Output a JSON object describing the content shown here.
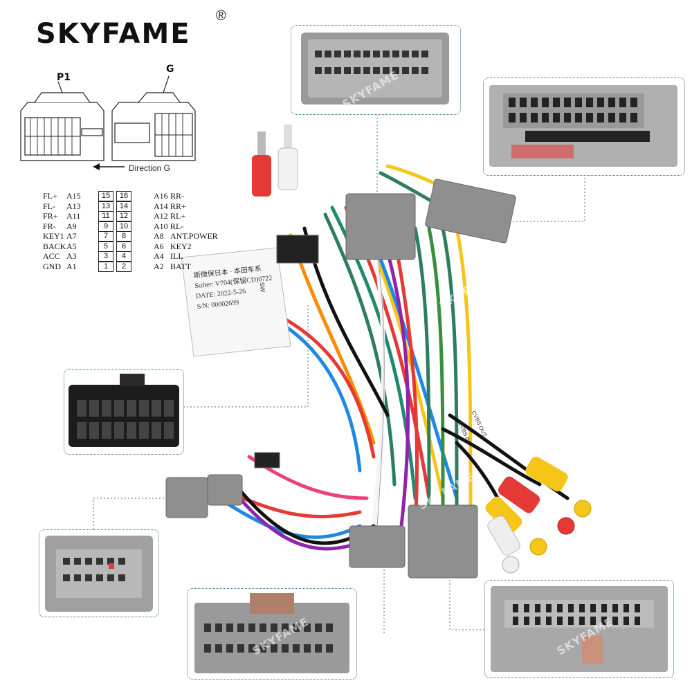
{
  "brand": {
    "name": "SKYFAME",
    "registered": "®"
  },
  "connectors": {
    "p1_label": "P1",
    "g_label": "G",
    "direction": "Direction G"
  },
  "pins": [
    {
      "left_name": "FL+",
      "left_code": "A15",
      "left_num": "15",
      "right_num": "16",
      "right_code": "A16",
      "right_name": "RR-"
    },
    {
      "left_name": "FL-",
      "left_code": "A13",
      "left_num": "13",
      "right_num": "14",
      "right_code": "A14",
      "right_name": "RR+"
    },
    {
      "left_name": "FR+",
      "left_code": "A11",
      "left_num": "11",
      "right_num": "12",
      "right_code": "A12",
      "right_name": "RL+"
    },
    {
      "left_name": "FR-",
      "left_code": "A9",
      "left_num": "9",
      "right_num": "10",
      "right_code": "A10",
      "right_name": "RL-"
    },
    {
      "left_name": "KEY1",
      "left_code": "A7",
      "left_num": "7",
      "right_num": "8",
      "right_code": "A8",
      "right_name": "ANT.POWER"
    },
    {
      "left_name": "BACK",
      "left_code": "A5",
      "left_num": "5",
      "right_num": "6",
      "right_code": "A6",
      "right_name": "KEY2"
    },
    {
      "left_name": "ACC",
      "left_code": "A3",
      "left_num": "3",
      "right_num": "4",
      "right_code": "A4",
      "right_name": "ILL"
    },
    {
      "left_name": "GND",
      "left_code": "A1",
      "left_num": "1",
      "right_num": "2",
      "right_code": "A2",
      "right_name": "BATT"
    }
  ],
  "decoder_box": {
    "lines": [
      "Softer: V704(保留CD)0722",
      "DATE: 2022-5-26",
      "S/N: 00002699"
    ],
    "title": "斯微保日本 · 本田车系",
    "side": "SW"
  },
  "rca_labels": {
    "cvbs_in": "CVBS IN",
    "cvbs_out": "CVBS OUT"
  },
  "watermark": "SKYFAME"
}
